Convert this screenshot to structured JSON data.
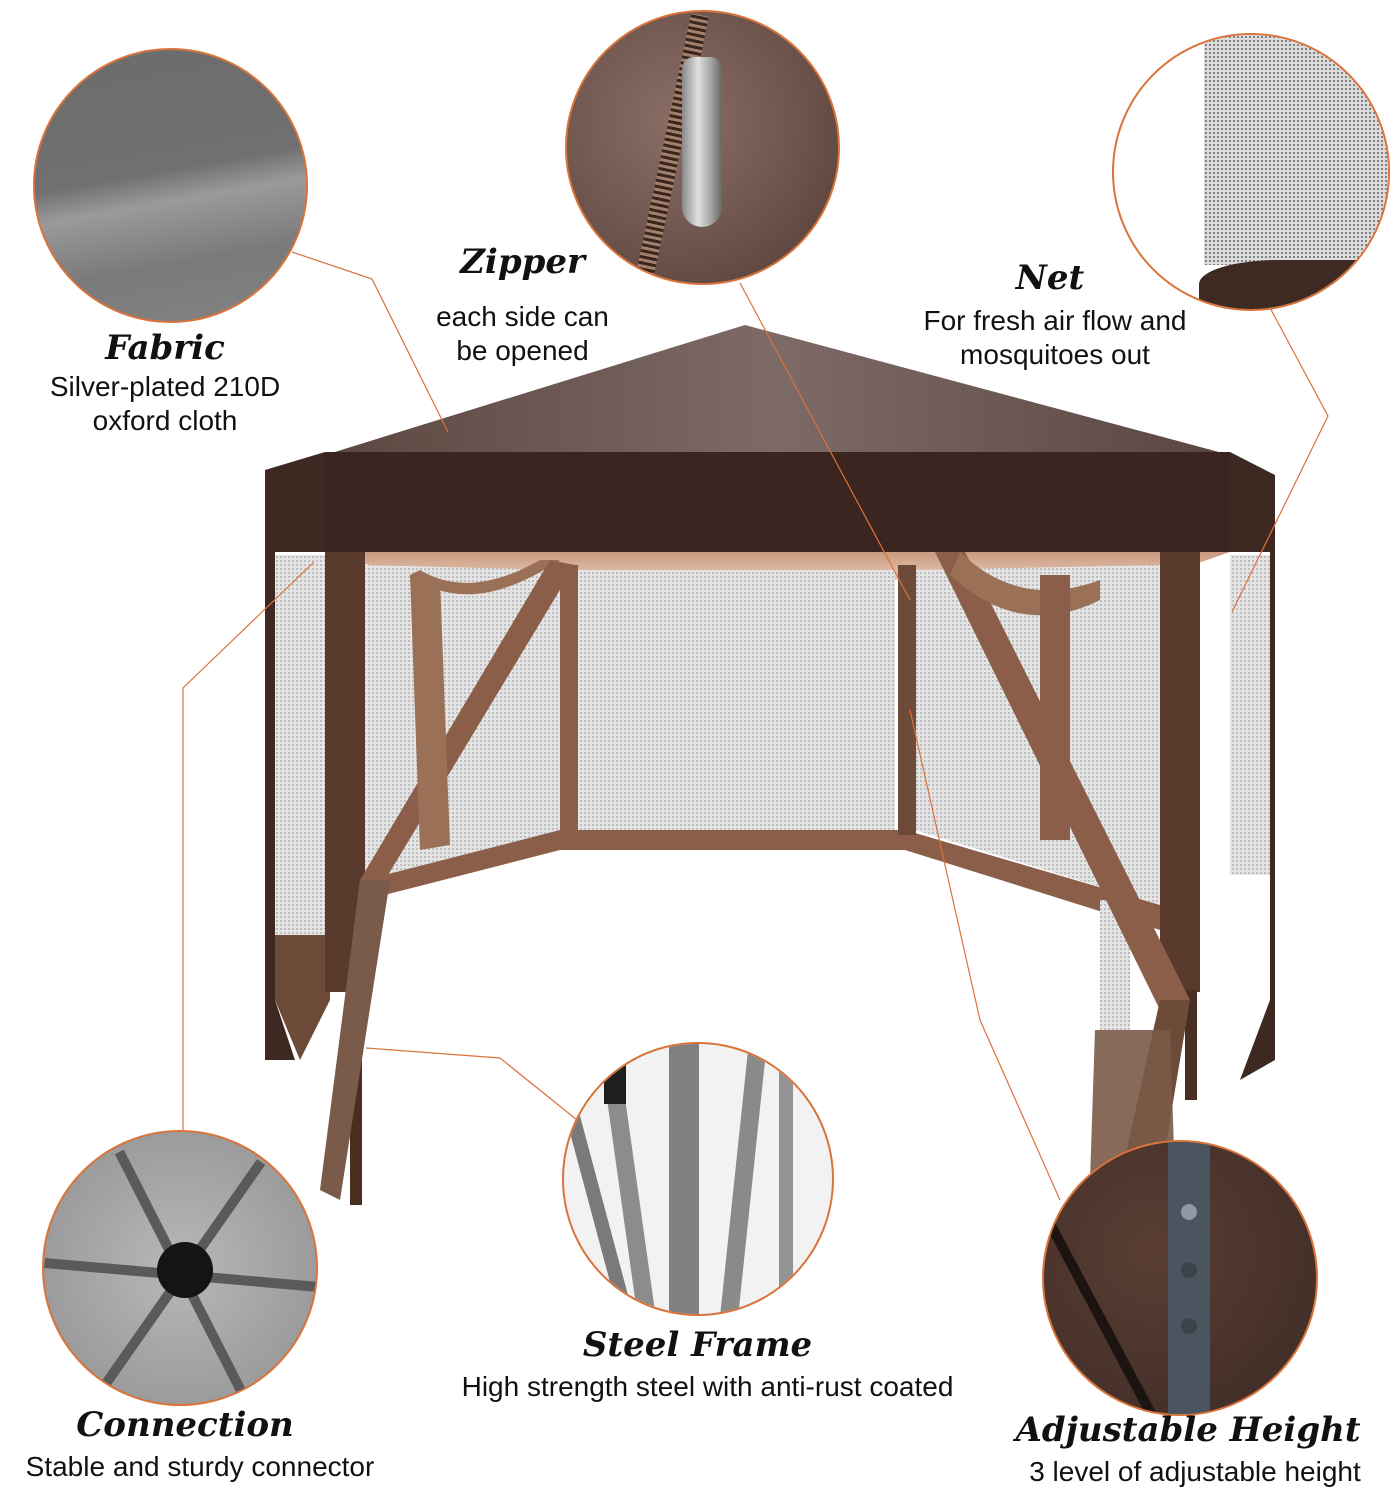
{
  "colors": {
    "accent_line": "#d9733a",
    "gazebo_dark_brown": "#3b2620",
    "gazebo_roof": "#6e5953",
    "mesh_grey": "#d5d5d5",
    "frame_brown": "#7a5a48",
    "text": "#111111"
  },
  "callouts": [
    {
      "id": "fabric",
      "title": "Fabric",
      "lines": [
        "Silver-plated 210D",
        "oxford cloth"
      ],
      "image": "grey-fabric-closeup"
    },
    {
      "id": "zipper",
      "title": "Zipper",
      "lines": [
        "each side can",
        "be opened"
      ],
      "image": "brown-zipper-closeup"
    },
    {
      "id": "net",
      "title": "Net",
      "lines": [
        "For fresh air flow and",
        "mosquitoes out"
      ],
      "image": "mesh-net-closeup"
    },
    {
      "id": "connection",
      "title": "Connection",
      "lines": [
        "Stable and sturdy connector"
      ],
      "image": "roof-hub-connector-closeup"
    },
    {
      "id": "steel_frame",
      "title": "Steel Frame",
      "lines": [
        "High strength steel with anti-rust coated"
      ],
      "image": "steel-frame-closeup"
    },
    {
      "id": "adjustable_height",
      "title": "Adjustable Height",
      "lines": [
        "3 level of adjustable height"
      ],
      "image": "leg-adjust-holes-closeup"
    }
  ],
  "product": {
    "name": "hexagonal-gazebo-with-mesh-net-walls"
  }
}
